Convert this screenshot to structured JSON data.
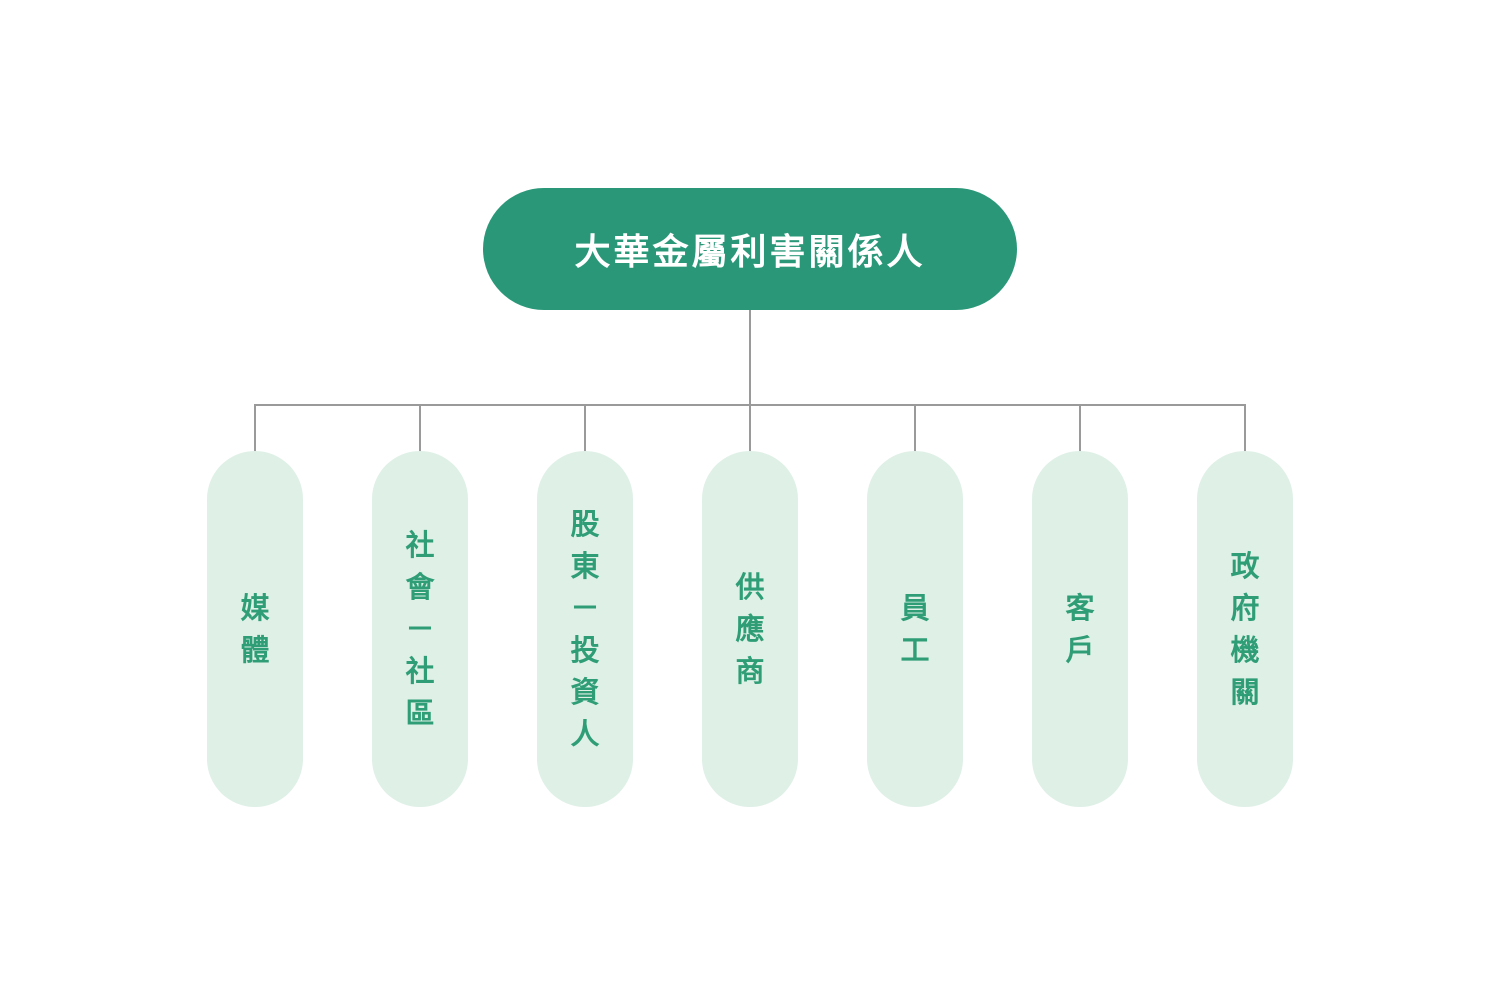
{
  "colors": {
    "page_bg": "#FFFFFF",
    "root_bg": "#2A9878",
    "root_text": "#FFFFFF",
    "pill_bg": "#DFF0E7",
    "pill_text": "#2F9E77",
    "line": "#9A9A9A"
  },
  "root": {
    "label": "大華金屬利害關係人"
  },
  "stakeholders": [
    {
      "label": "媒體"
    },
    {
      "label": "社會－社區"
    },
    {
      "label": "股東－投資人"
    },
    {
      "label": "供應商"
    },
    {
      "label": "員工"
    },
    {
      "label": "客戶"
    },
    {
      "label": "政府機關"
    }
  ]
}
